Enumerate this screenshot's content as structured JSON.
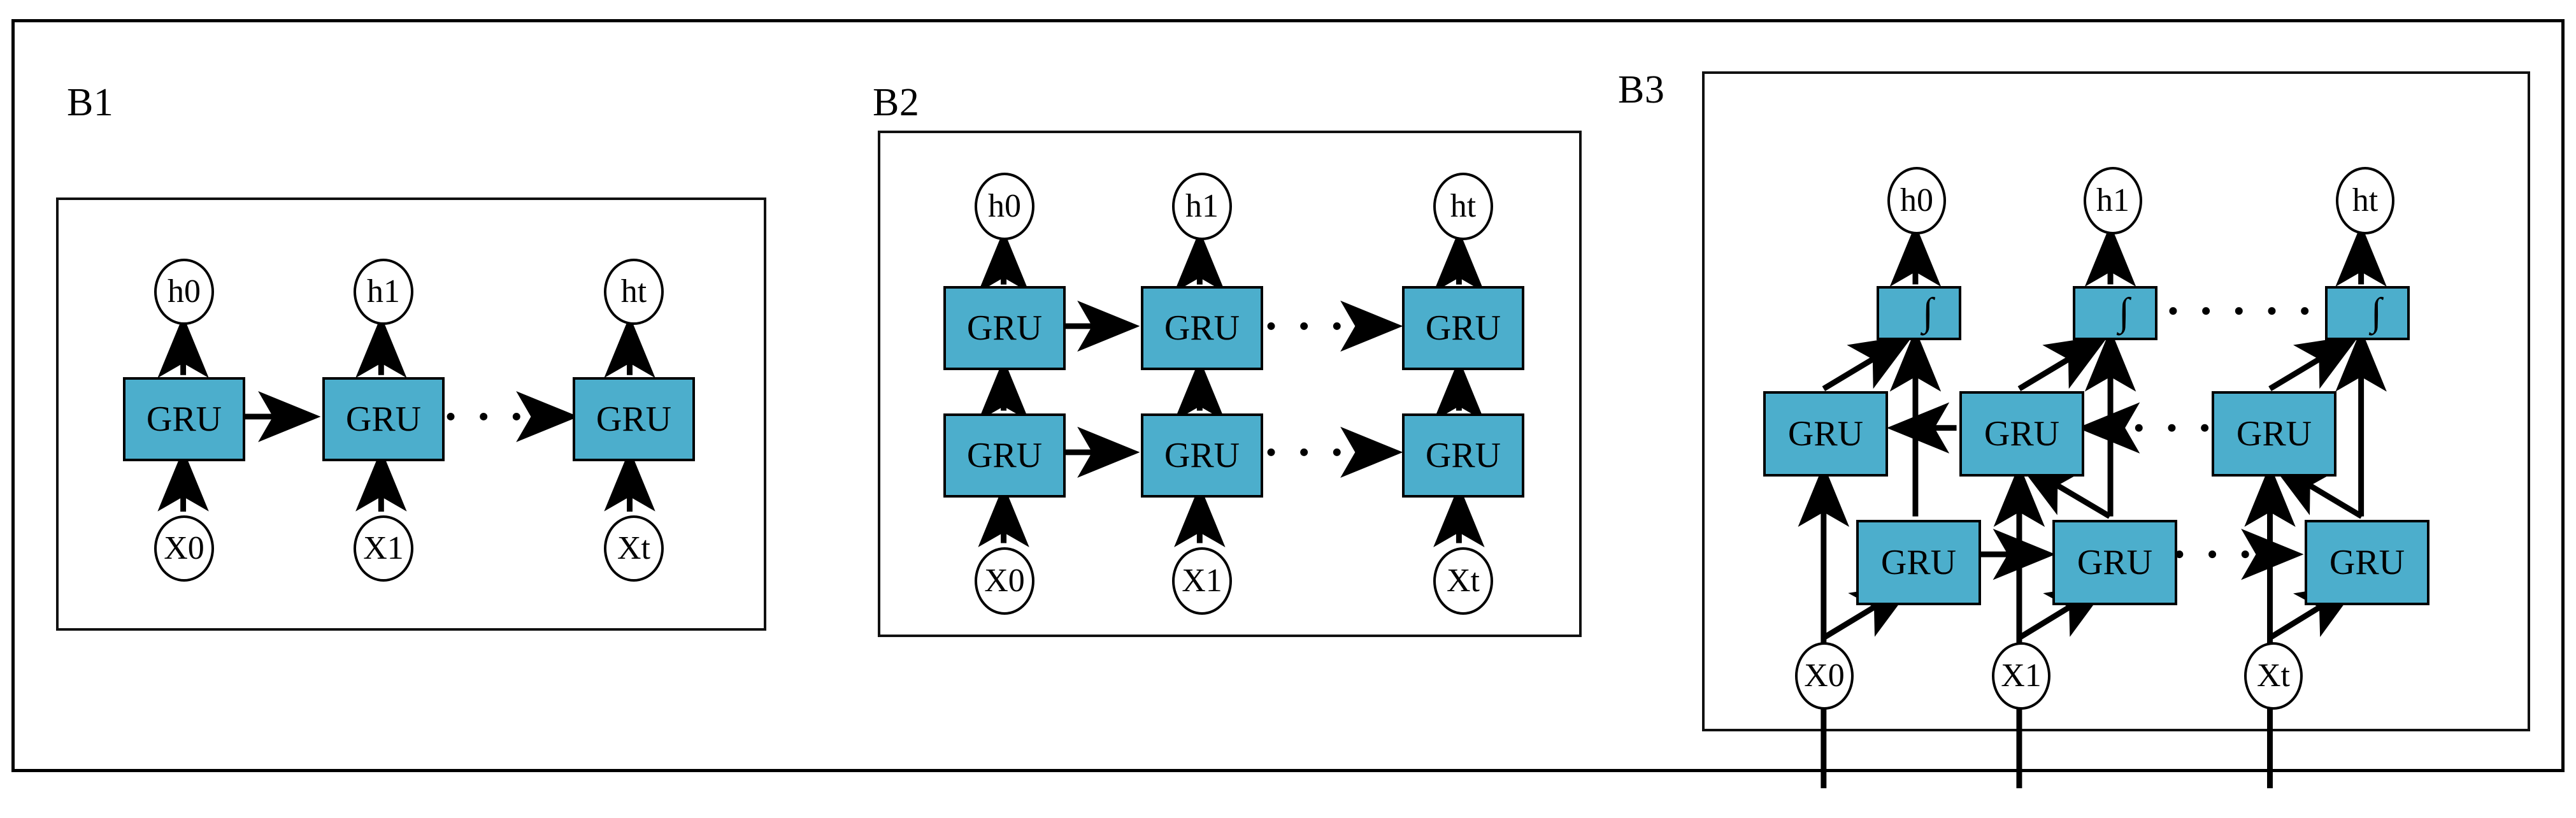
{
  "figure": {
    "panels": [
      {
        "id": "B1",
        "label": "B1",
        "description": "single-layer unidirectional GRU",
        "node_inputs": [
          "X0",
          "X1",
          "Xt"
        ],
        "node_outputs": [
          "h0",
          "h1",
          "ht"
        ],
        "cell_label": "GRU",
        "rows": [
          {
            "name": "gru-layer-1",
            "cells": [
              "GRU",
              "GRU",
              "GRU"
            ],
            "direction": "forward"
          }
        ]
      },
      {
        "id": "B2",
        "label": "B2",
        "description": "two-layer stacked unidirectional GRU",
        "node_inputs": [
          "X0",
          "X1",
          "Xt"
        ],
        "node_outputs": [
          "h0",
          "h1",
          "ht"
        ],
        "cell_label": "GRU",
        "rows": [
          {
            "name": "gru-layer-2",
            "cells": [
              "GRU",
              "GRU",
              "GRU"
            ],
            "direction": "forward"
          },
          {
            "name": "gru-layer-1",
            "cells": [
              "GRU",
              "GRU",
              "GRU"
            ],
            "direction": "forward"
          }
        ]
      },
      {
        "id": "B3",
        "label": "B3",
        "description": "bidirectional GRU with merge units",
        "node_inputs": [
          "X0",
          "X1",
          "Xt"
        ],
        "node_outputs": [
          "h0",
          "h1",
          "ht"
        ],
        "cell_label": "GRU",
        "merge_label": "∫",
        "rows": [
          {
            "name": "merge-layer",
            "cells": [
              "∫",
              "∫",
              "∫"
            ],
            "direction": "dotted"
          },
          {
            "name": "gru-backward",
            "cells": [
              "GRU",
              "GRU",
              "GRU"
            ],
            "direction": "backward"
          },
          {
            "name": "gru-forward",
            "cells": [
              "GRU",
              "GRU",
              "GRU"
            ],
            "direction": "forward"
          }
        ]
      }
    ],
    "colors": {
      "cell_fill": "#4CAECC",
      "stroke": "#000000",
      "background": "#FFFFFF"
    }
  }
}
